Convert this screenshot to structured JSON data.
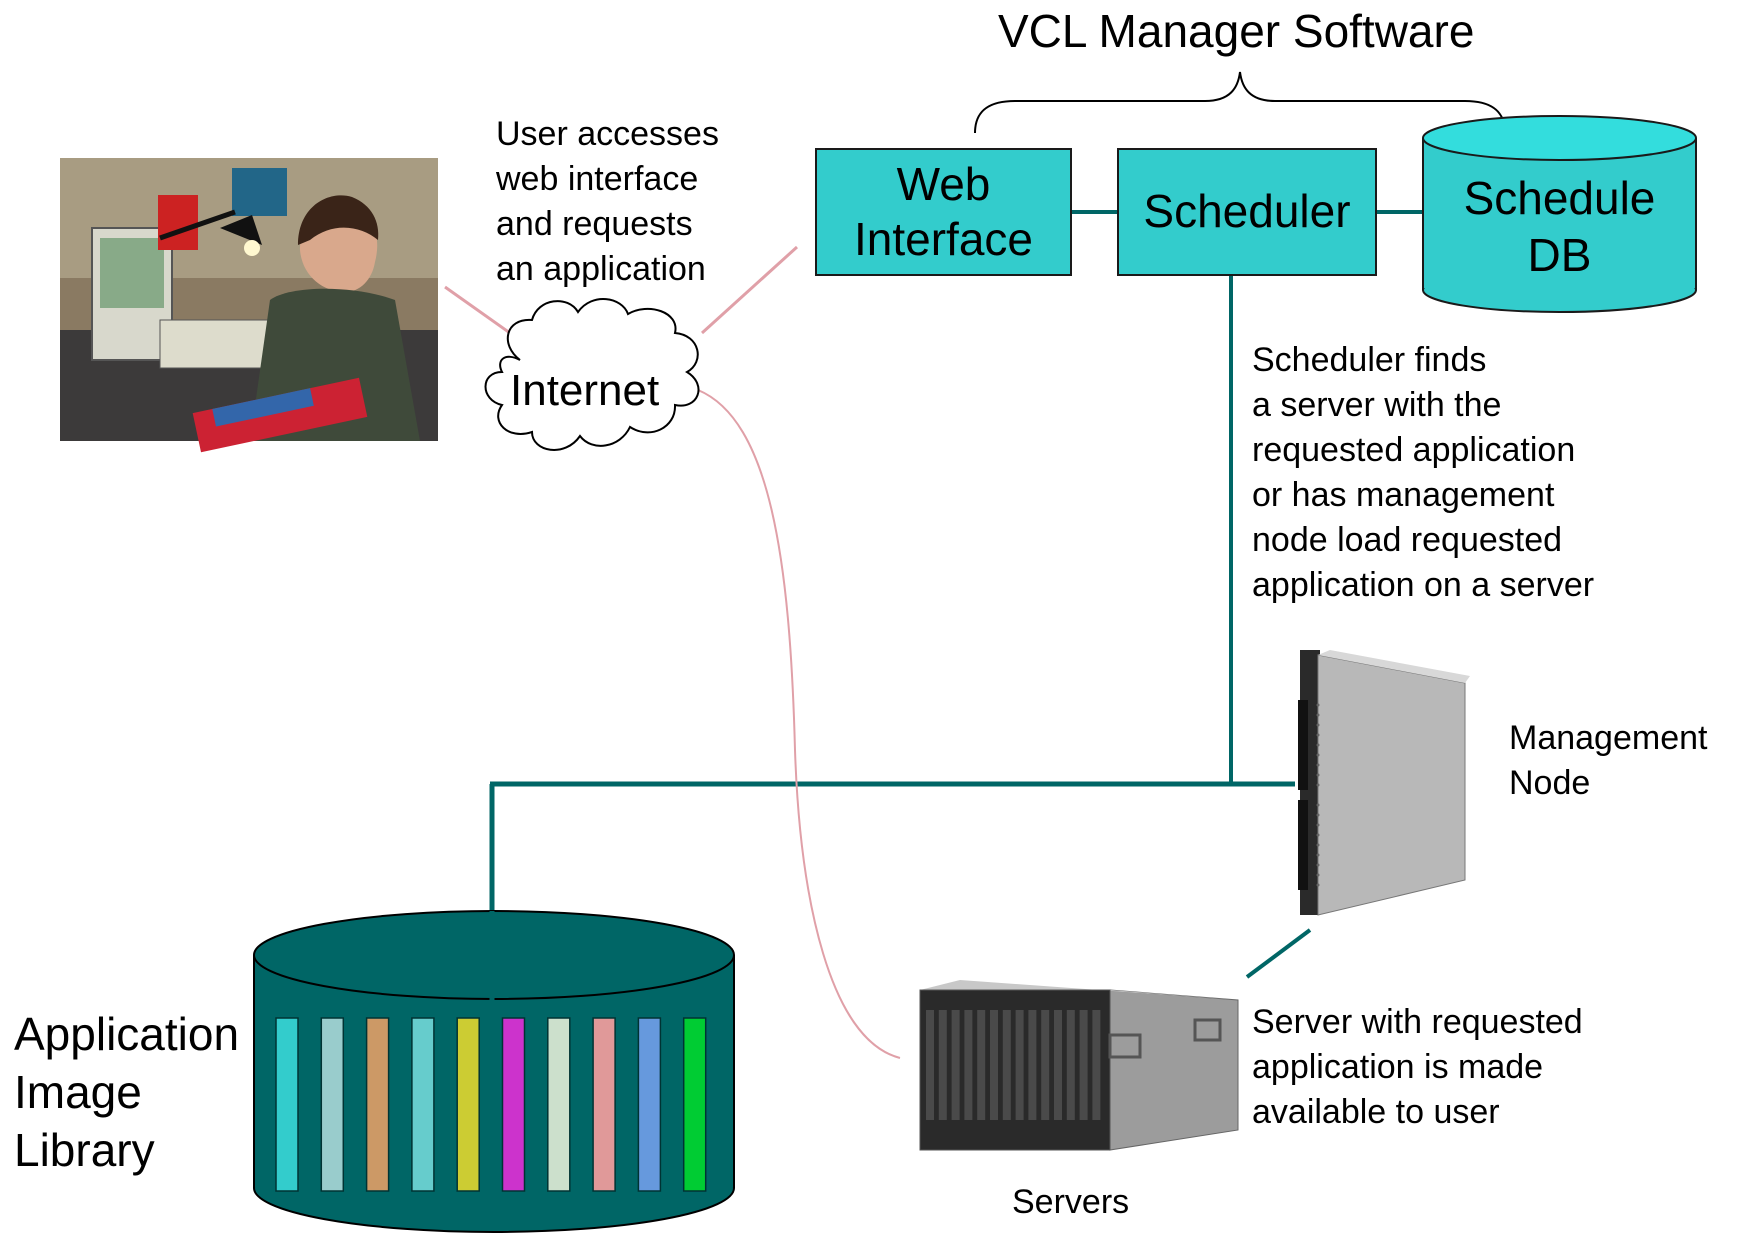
{
  "title": "VCL Manager Software",
  "web_interface": {
    "line1": "Web",
    "line2": "Interface"
  },
  "scheduler": "Scheduler",
  "schedule_db": {
    "line1": "Schedule",
    "line2": "DB"
  },
  "user_note": [
    "User accesses",
    "web interface",
    "and requests",
    "an application"
  ],
  "internet": "Internet",
  "scheduler_note": [
    "Scheduler finds",
    "a server with the",
    "requested application",
    "or has management",
    "node load requested",
    "application on a server"
  ],
  "management_node": [
    "Management",
    "Node"
  ],
  "library": [
    "Application",
    "Image",
    "Library"
  ],
  "servers": "Servers",
  "server_note": [
    "Server with requested",
    "application is made",
    "available to user"
  ],
  "colors": {
    "box_fill": "#33cccc",
    "library_fill": "#006666",
    "network_line": "#006666",
    "internet_link": "#e0a0a8",
    "image_strips": [
      "#33cccc",
      "#99cccc",
      "#cc9966",
      "#66cccc",
      "#cccc33",
      "#cc33cc",
      "#cce0cc",
      "#e09999",
      "#6699dd",
      "#00cc33"
    ]
  },
  "icons": [
    "user-at-computer-photo",
    "cloud-icon",
    "blade-server-icon",
    "server-chassis-icon",
    "database-cylinder-icon"
  ]
}
